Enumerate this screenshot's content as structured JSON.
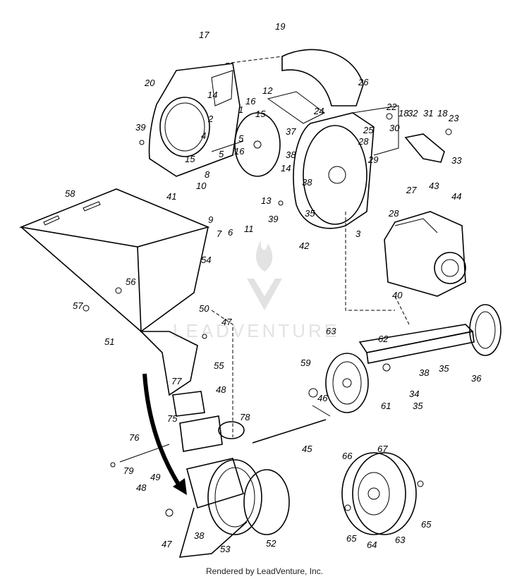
{
  "watermark": "LEADVENTURE",
  "footer": "Rendered by LeadVenture, Inc.",
  "callouts": [
    "17",
    "19",
    "20",
    "26",
    "14",
    "16",
    "1",
    "12",
    "2",
    "15",
    "24",
    "22",
    "18",
    "32",
    "31",
    "18",
    "23",
    "39",
    "4",
    "5",
    "16",
    "37",
    "25",
    "30",
    "5",
    "15",
    "38",
    "28",
    "29",
    "8",
    "14",
    "33",
    "10",
    "13",
    "38",
    "27",
    "43",
    "44",
    "41",
    "9",
    "7",
    "6",
    "11",
    "39",
    "35",
    "28",
    "3",
    "42",
    "58",
    "54",
    "56",
    "57",
    "40",
    "50",
    "47",
    "62",
    "36",
    "63",
    "51",
    "55",
    "59",
    "38",
    "35",
    "34",
    "35",
    "61",
    "77",
    "48",
    "78",
    "46",
    "75",
    "45",
    "76",
    "79",
    "66",
    "67",
    "49",
    "48",
    "65",
    "47",
    "38",
    "53",
    "52",
    "65",
    "64",
    "63"
  ]
}
